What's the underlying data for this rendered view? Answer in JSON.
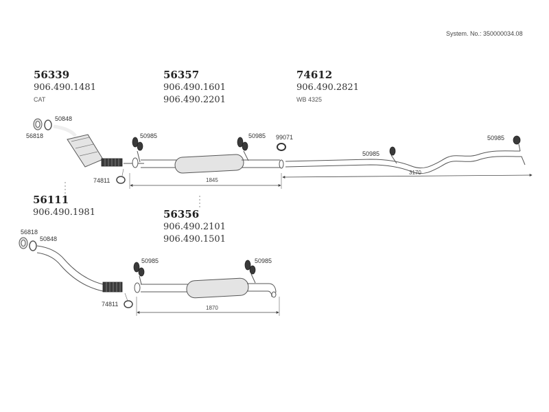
{
  "system_number": "System. No.: 350000034.08",
  "groups": [
    {
      "number": "56339",
      "part_numbers": [
        "906.490.1481"
      ],
      "note": "CAT"
    },
    {
      "number": "56357",
      "part_numbers": [
        "906.490.1601",
        "906.490.2201"
      ],
      "note": ""
    },
    {
      "number": "74612",
      "part_numbers": [
        "906.490.2821"
      ],
      "note": "WB 4325"
    },
    {
      "number": "56111",
      "part_numbers": [
        "906.490.1981"
      ],
      "note": ""
    },
    {
      "number": "56356",
      "part_numbers": [
        "906.490.2101",
        "906.490.1501"
      ],
      "note": ""
    }
  ],
  "callouts": {
    "c1": "50848",
    "c2": "56818",
    "c3": "50985",
    "c4": "50985",
    "c5": "99071",
    "c6": "50985",
    "c7": "50985",
    "c8": "74811",
    "c9": "56818",
    "c10": "50848",
    "c11": "50985",
    "c12": "50985",
    "c13": "74811"
  },
  "dimensions": {
    "d1": "1845",
    "d2": "3170",
    "d3": "1870"
  }
}
